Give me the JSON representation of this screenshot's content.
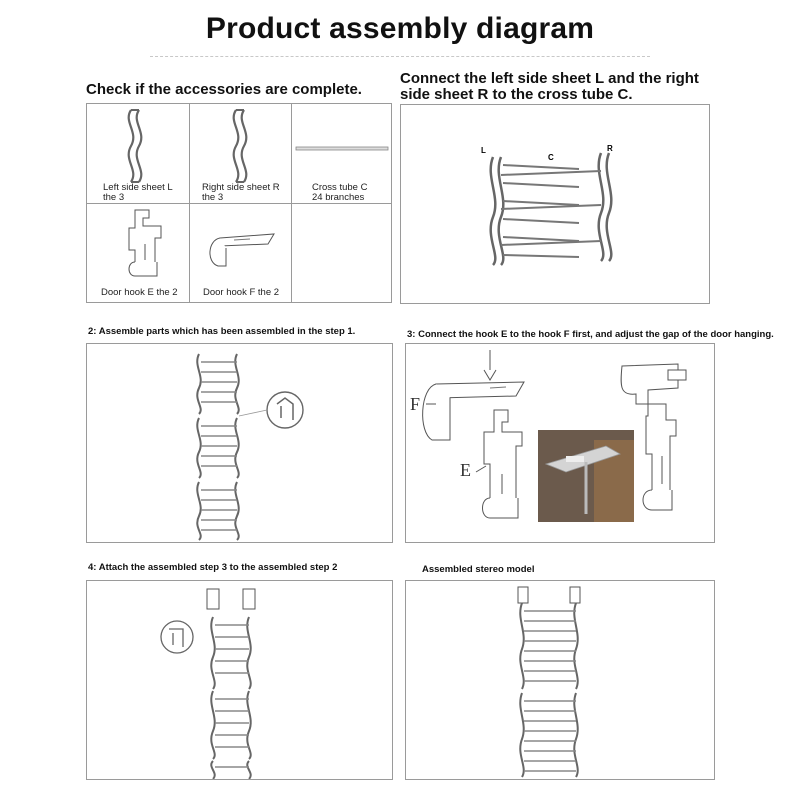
{
  "title": "Product assembly diagram",
  "accessories": {
    "caption": "Check if the accessories are complete.",
    "items": [
      {
        "line1": "Left side sheet L",
        "line2": "the 3"
      },
      {
        "line1": "Right side sheet R",
        "line2": "the 3"
      },
      {
        "line1": "Cross tube C",
        "line2": "24 branches"
      },
      {
        "line1": "Door hook E the 2",
        "line2": ""
      },
      {
        "line1": "Door hook F the 2",
        "line2": ""
      }
    ]
  },
  "step_connect": {
    "caption_line1": "Connect the left side sheet L and the right",
    "caption_line2": "side sheet R to the cross tube C.",
    "label_l": "L",
    "label_c": "C",
    "label_r": "R"
  },
  "step2": {
    "caption": "2: Assemble parts which has been assembled in the step 1."
  },
  "step3": {
    "caption": "3: Connect the hook E to the hook F first, and adjust the gap of the door hanging.",
    "label_f": "F",
    "label_e": "E"
  },
  "step4": {
    "caption": "4: Attach the assembled step 3 to the assembled step 2"
  },
  "model": {
    "caption": "Assembled stereo model"
  }
}
